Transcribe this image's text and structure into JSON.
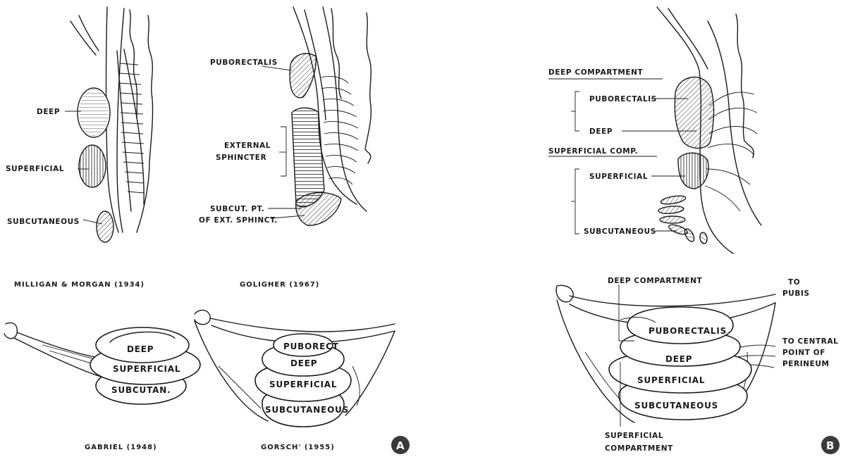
{
  "figure": {
    "panel_a": {
      "badge": "A",
      "milligan": {
        "caption": "MILLIGAN & MORGAN (1934)",
        "labels": {
          "deep": "DEEP",
          "superficial": "SUPERFICIAL",
          "subcutaneous": "SUBCUTANEOUS"
        }
      },
      "goligher": {
        "caption": "GOLIGHER (1967)",
        "labels": {
          "puborectalis": "PUBORECTALIS",
          "external_line1": "EXTERNAL",
          "external_line2": "SPHINCTER",
          "subcut_line1": "SUBCUT. PT.",
          "subcut_line2": "OF EXT. SPHINCT."
        }
      },
      "gabriel": {
        "caption": "GABRIEL (1948)",
        "rings": {
          "deep": "DEEP",
          "superficial": "SUPERFICIAL",
          "subcutan": "SUBCUTAN."
        }
      },
      "gorsch": {
        "caption": "GORSCH' (1955)",
        "rings": {
          "puborect": "PUBORECT",
          "deep": "DEEP",
          "superficial": "SUPERFICIAL",
          "subcutaneous": "SUBCUTANEOUS"
        }
      }
    },
    "panel_b": {
      "badge": "B",
      "sagittal": {
        "deep_compartment": "DEEP COMPARTMENT",
        "puborectalis": "PUBORECTALIS",
        "deep": "DEEP",
        "superficial_comp": "SUPERFICIAL COMP.",
        "superficial": "SUPERFICIAL",
        "subcutaneous": "SUBCUTANEOUS"
      },
      "frontal": {
        "deep_compartment": "DEEP COMPARTMENT",
        "to_pubis_line1": "TO",
        "to_pubis_line2": "PUBIS",
        "puborectalis": "PUBORECTALIS",
        "deep": "DEEP",
        "superficial": "SUPERFICIAL",
        "subcutaneous": "SUBCUTANEOUS",
        "central_line1": "TO CENTRAL",
        "central_line2": "POINT OF",
        "central_line3": "PERINEUM",
        "superficial_compartment_line1": "SUPERFICIAL",
        "superficial_compartment_line2": "COMPARTMENT"
      }
    },
    "colors": {
      "ink": "#1a1a1a",
      "badge": "#3a3a3a",
      "paper": "#ffffff"
    }
  }
}
